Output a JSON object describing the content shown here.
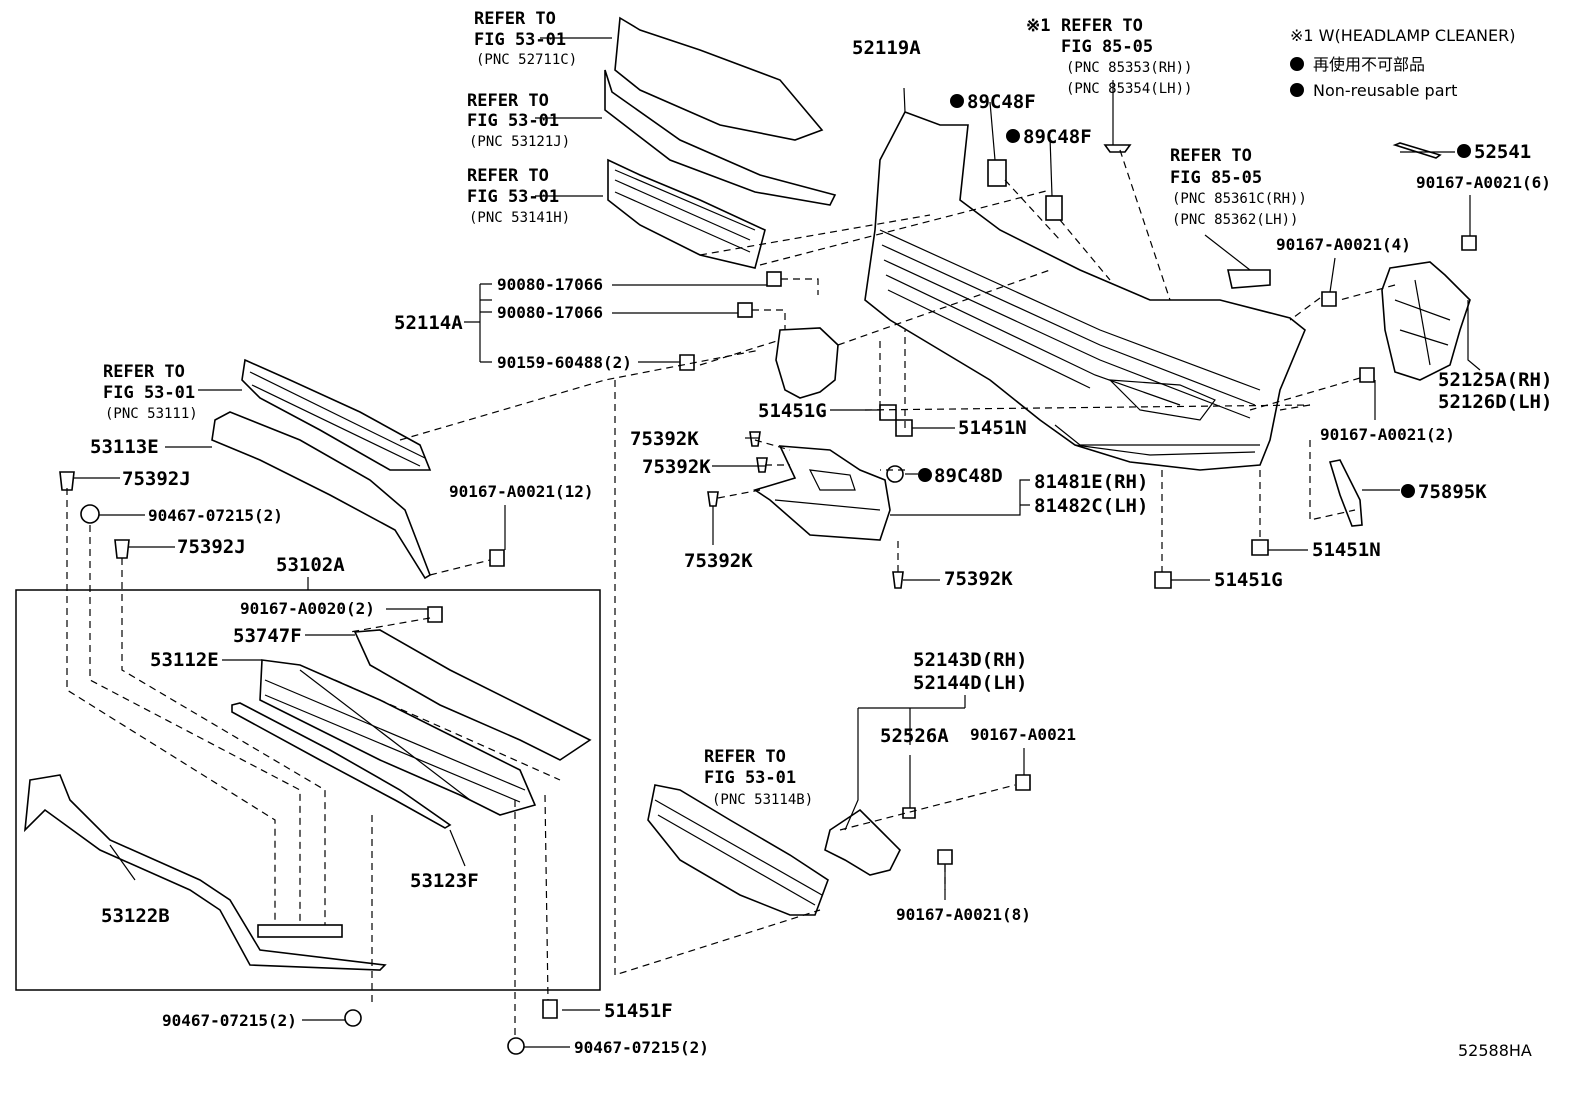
{
  "legend": {
    "note_1": "※1  W(HEADLAMP CLEANER)",
    "note_jp": "再使用不可部品",
    "note_en": "Non-reusable part"
  },
  "diagram_id": "52588HA",
  "refs": {
    "r1": {
      "l1": "REFER TO",
      "l2": "FIG 53-01",
      "l3": "(PNC 52711C)"
    },
    "r2": {
      "l1": "REFER TO",
      "l2": "FIG 53-01",
      "l3": "(PNC 53121J)"
    },
    "r3": {
      "l1": "REFER TO",
      "l2": "FIG 53-01",
      "l3": "(PNC 53141H)"
    },
    "r4": {
      "l1": "REFER TO",
      "l2": "FIG 53-01",
      "l3": "(PNC 53111)"
    },
    "r5": {
      "l1": "REFER TO",
      "l2": "FIG 53-01",
      "l3": "(PNC 53114B)"
    },
    "r6": {
      "l0": "※1",
      "l1": "REFER TO",
      "l2": "FIG 85-05",
      "l3": "(PNC 85353(RH))",
      "l4": "(PNC 85354(LH))"
    },
    "r7": {
      "l1": "REFER TO",
      "l2": "FIG 85-05",
      "l3": "(PNC 85361C(RH))",
      "l4": "(PNC 85362(LH))"
    }
  },
  "parts": {
    "p52119A": "52119A",
    "p89C48F_a": "89C48F",
    "p89C48F_b": "89C48F",
    "p52541": "52541",
    "p90167_6": "90167-A0021(6)",
    "p90167_4": "90167-A0021(4)",
    "p52125A": "52125A(RH)",
    "p52126D": "52126D(LH)",
    "p90167_2": "90167-A0021(2)",
    "p75895K": "75895K",
    "p51451N_a": "51451N",
    "p51451N_b": "51451N",
    "p51451G_a": "51451G",
    "p51451G_b": "51451G",
    "p90080_a": "90080-17066",
    "p90080_b": "90080-17066",
    "p52114A": "52114A",
    "p90159": "90159-60488(2)",
    "p75392K_a": "75392K",
    "p75392K_b": "75392K",
    "p75392K_c": "75392K",
    "p75392K_d": "75392K",
    "p89C48D": "89C48D",
    "p81481E": "81481E(RH)",
    "p81482C": "81482C(LH)",
    "p53113E": "53113E",
    "p75392J_a": "75392J",
    "p75392J_b": "75392J",
    "p90467_a": "90467-07215(2)",
    "p90467_b": "90467-07215(2)",
    "p90467_c": "90467-07215(2)",
    "p90167_12": "90167-A0021(12)",
    "p53102A": "53102A",
    "p90167_A0020": "90167-A0020(2)",
    "p53747F": "53747F",
    "p53112E": "53112E",
    "p53123F": "53123F",
    "p53122B": "53122B",
    "p51451F": "51451F",
    "p52143D": "52143D(RH)",
    "p52144D": "52144D(LH)",
    "p52526A": "52526A",
    "p90167_A0021": "90167-A0021",
    "p90167_8": "90167-A0021(8)"
  }
}
